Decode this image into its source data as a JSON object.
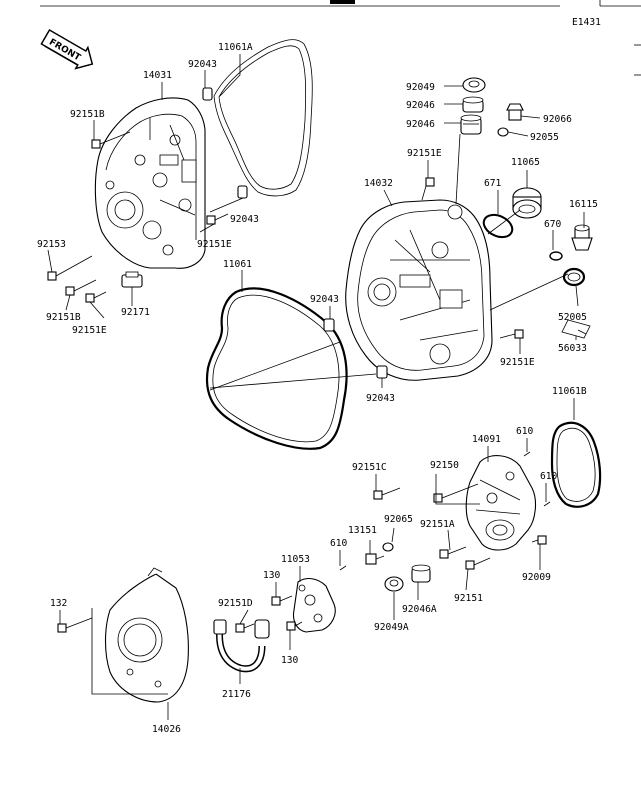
{
  "header": {
    "diagram_code": "E1431"
  },
  "front_badge": "FRONT",
  "callouts": {
    "c_11061A": "11061A",
    "c_14031": "14031",
    "c_92043_a": "92043",
    "c_92151B_a": "92151B",
    "c_92043_b": "92043",
    "c_92151E_a": "92151E",
    "c_92153": "92153",
    "c_92151B_b": "92151B",
    "c_92151E_b": "92151E",
    "c_92171": "92171",
    "c_92049_a": "92049",
    "c_92046_a": "92046",
    "c_92046_b": "92046",
    "c_92066": "92066",
    "c_92055": "92055",
    "c_92151E_c": "92151E",
    "c_11065": "11065",
    "c_14032": "14032",
    "c_671": "671",
    "c_16115": "16115",
    "c_670": "670",
    "c_11061": "11061",
    "c_92043_c": "92043",
    "c_52005": "52005",
    "c_92151E_d": "92151E",
    "c_56033": "56033",
    "c_92043_d": "92043",
    "c_11061B": "11061B",
    "c_14091": "14091",
    "c_610_a": "610",
    "c_92151C": "92151C",
    "c_92150": "92150",
    "c_610_b": "610",
    "c_92065": "92065",
    "c_13151": "13151",
    "c_92151A": "92151A",
    "c_11053": "11053",
    "c_610_c": "610",
    "c_92009": "92009",
    "c_130_a": "130",
    "c_92046A": "92046A",
    "c_92151": "92151",
    "c_132": "132",
    "c_92151D": "92151D",
    "c_92049A": "92049A",
    "c_130_b": "130",
    "c_21176": "21176",
    "c_14026": "14026"
  }
}
